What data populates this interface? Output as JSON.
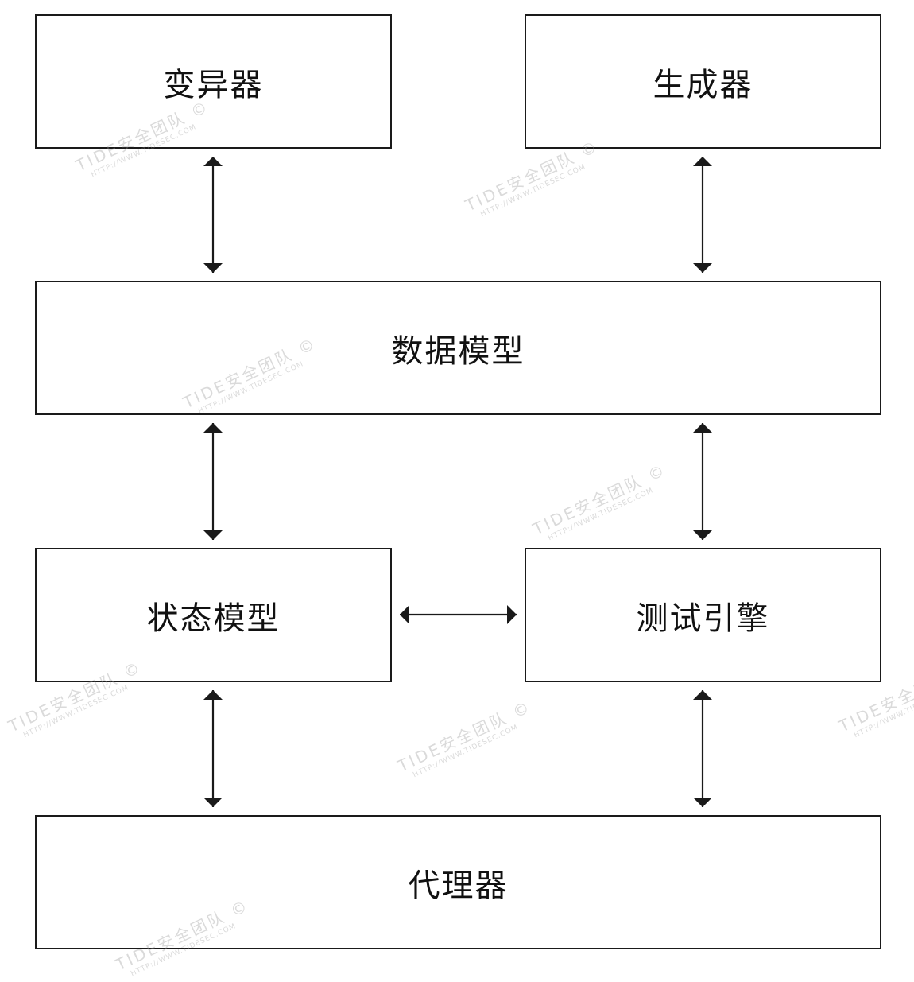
{
  "boxes": {
    "mutator": "变异器",
    "generator": "生成器",
    "data_model": "数据模型",
    "state_model": "状态模型",
    "test_engine": "测试引擎",
    "agent": "代理器"
  },
  "watermark": {
    "text": "TIDE安全团队 ©",
    "url": "HTTP://WWW.TIDESEC.COM"
  },
  "colors": {
    "line": "#1a1a1a",
    "watermark": "#969696"
  }
}
